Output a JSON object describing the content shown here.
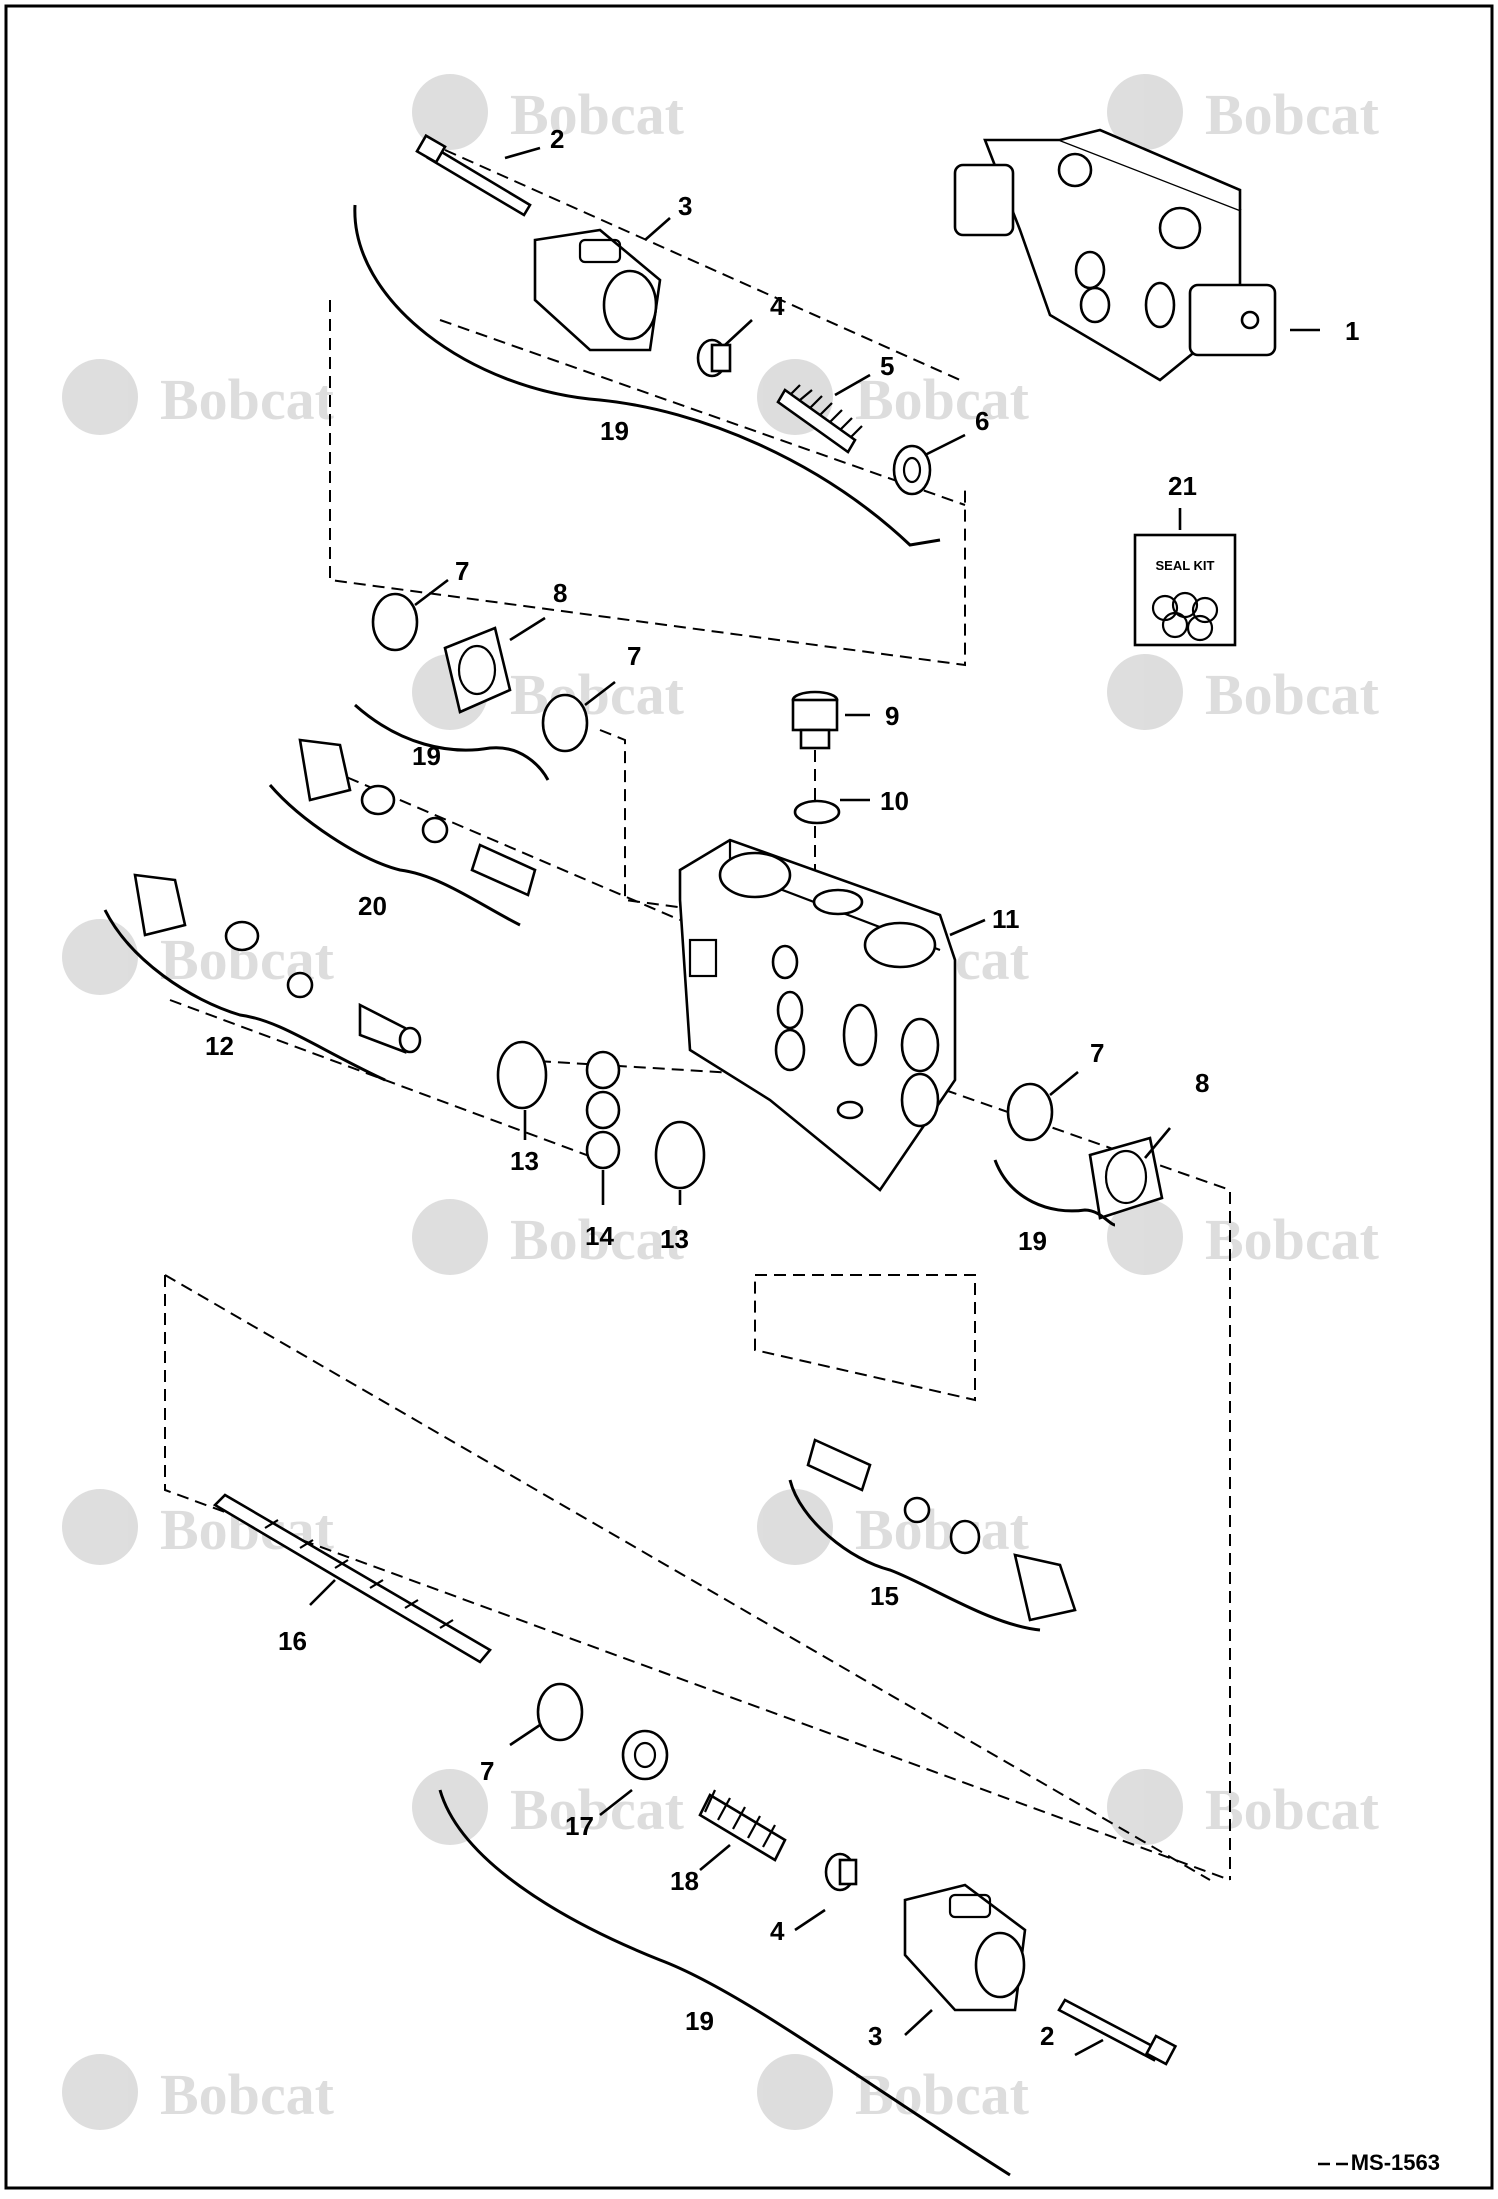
{
  "diagram": {
    "watermark_text": "Bobcat",
    "drawing_number": "MS-1563",
    "seal_kit_label": "SEAL KIT",
    "callouts": [
      "1",
      "2",
      "3",
      "4",
      "5",
      "6",
      "7",
      "8",
      "9",
      "10",
      "11",
      "12",
      "13",
      "14",
      "15",
      "16",
      "17",
      "18",
      "19",
      "20",
      "21"
    ]
  }
}
